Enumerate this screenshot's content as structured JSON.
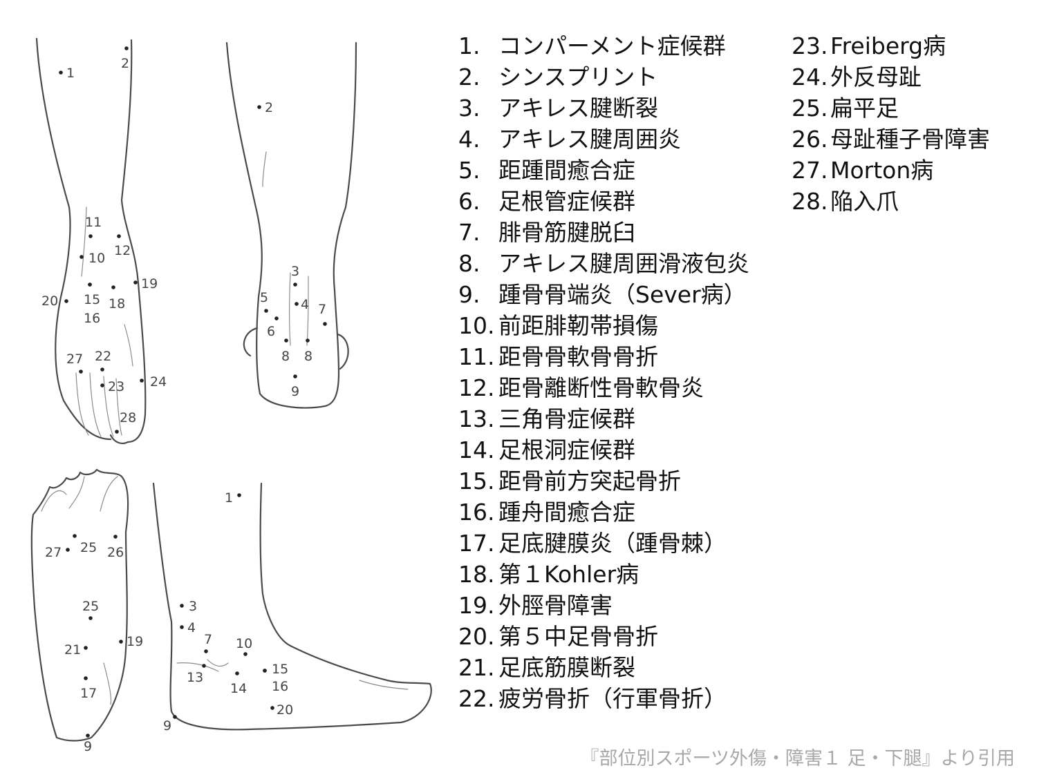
{
  "conditions_left": [
    {
      "num": "1.",
      "name": "コンパーメント症候群"
    },
    {
      "num": "2.",
      "name": "シンスプリント"
    },
    {
      "num": "3.",
      "name": "アキレス腱断裂"
    },
    {
      "num": "4.",
      "name": "アキレス腱周囲炎"
    },
    {
      "num": "5.",
      "name": "距踵間癒合症"
    },
    {
      "num": "6.",
      "name": "足根管症候群"
    },
    {
      "num": "7.",
      "name": "腓骨筋腱脱臼"
    },
    {
      "num": "8.",
      "name": "アキレス腱周囲滑液包炎"
    },
    {
      "num": "9.",
      "name": "踵骨骨端炎（Sever病）"
    },
    {
      "num": "10.",
      "name": "前距腓靭帯損傷"
    },
    {
      "num": "11.",
      "name": "距骨骨軟骨骨折"
    },
    {
      "num": "12.",
      "name": "距骨離断性骨軟骨炎"
    },
    {
      "num": "13.",
      "name": "三角骨症候群"
    },
    {
      "num": "14.",
      "name": "足根洞症候群"
    },
    {
      "num": "15.",
      "name": "距骨前方突起骨折"
    },
    {
      "num": "16.",
      "name": "踵舟間癒合症"
    },
    {
      "num": "17.",
      "name": "足底腱膜炎（踵骨棘）"
    },
    {
      "num": "18.",
      "name": "第１Kohler病"
    },
    {
      "num": "19.",
      "name": "外脛骨障害"
    },
    {
      "num": "20.",
      "name": "第５中足骨骨折"
    },
    {
      "num": "21.",
      "name": "足底筋膜断裂"
    },
    {
      "num": "22.",
      "name": "疲労骨折（行軍骨折）"
    }
  ],
  "conditions_right": [
    {
      "num": "23.",
      "name": "Freiberg病"
    },
    {
      "num": "24.",
      "name": "外反母趾"
    },
    {
      "num": "25.",
      "name": "扁平足"
    },
    {
      "num": "26.",
      "name": "母趾種子骨障害"
    },
    {
      "num": "27.",
      "name": "Morton病"
    },
    {
      "num": "28.",
      "name": "陥入爪"
    }
  ],
  "citation": "『部位別スポーツ外傷・障害１ 足・下腿』より引用",
  "diagram_labels": {
    "front": [
      "1",
      "2",
      "11",
      "10",
      "12",
      "20",
      "15",
      "16",
      "18",
      "19",
      "27",
      "22",
      "23",
      "24",
      "28"
    ],
    "back": [
      "2",
      "3",
      "4",
      "5",
      "6",
      "7",
      "8",
      "8",
      "9"
    ],
    "sole": [
      "27",
      "25",
      "26",
      "25",
      "21",
      "19",
      "17",
      "9"
    ],
    "side": [
      "1",
      "3",
      "4",
      "7",
      "10",
      "13",
      "14",
      "15",
      "16",
      "20",
      "9"
    ]
  }
}
